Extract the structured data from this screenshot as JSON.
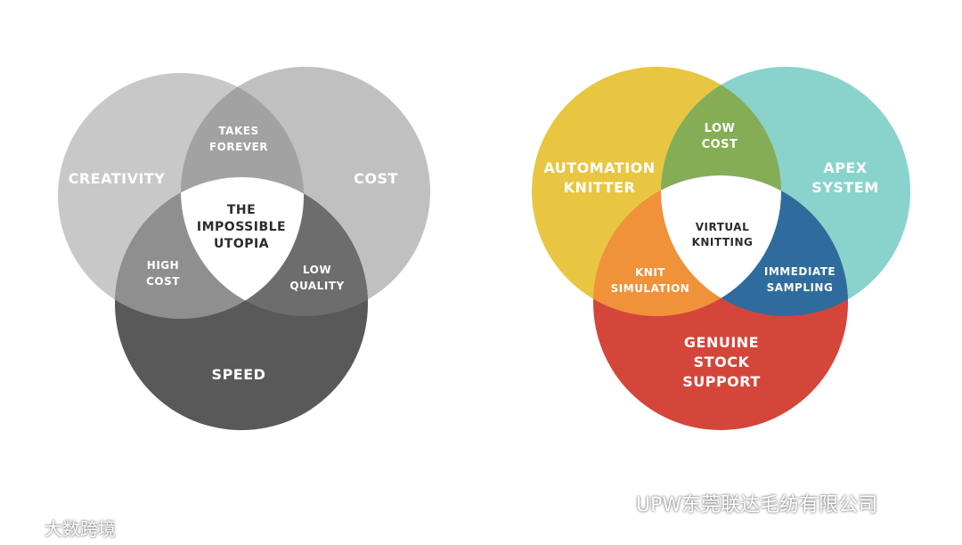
{
  "left_diagram": {
    "circles": [
      {
        "label": "CREATIVITY",
        "color": "#c8c8c8"
      },
      {
        "label": "COST",
        "color": "#c0c0c0"
      },
      {
        "label": "SPEED",
        "color": "#595959"
      }
    ],
    "overlaps": {
      "creativity_cost": [
        "TAKES",
        "FOREVER"
      ],
      "creativity_speed": [
        "HIGH",
        "COST"
      ],
      "cost_speed": [
        "LOW",
        "QUALITY"
      ],
      "center": [
        "THE",
        "IMPOSSIBLE",
        "UTOPIA"
      ]
    }
  },
  "right_diagram": {
    "circles": [
      {
        "lines": [
          "AUTOMATION",
          "KNITTER"
        ],
        "color": "#e8c642"
      },
      {
        "lines": [
          "APEX",
          "SYSTEM"
        ],
        "color": "#89d3cc"
      },
      {
        "lines": [
          "GENUINE",
          "STOCK",
          "SUPPORT"
        ],
        "color": "#d4463a"
      }
    ],
    "overlaps": {
      "top": {
        "lines": [
          "LOW",
          "COST"
        ],
        "color": "#85ad55"
      },
      "left": {
        "lines": [
          "KNIT",
          "SIMULATION"
        ],
        "color": "#f09239"
      },
      "right": {
        "lines": [
          "IMMEDIATE",
          "SAMPLING"
        ],
        "color": "#2f6c9d"
      },
      "center": [
        "VIRTUAL",
        "KNITTING"
      ]
    }
  },
  "watermarks": {
    "left": "大数跨境",
    "right": "UPW东莞联达毛纺有限公司"
  }
}
